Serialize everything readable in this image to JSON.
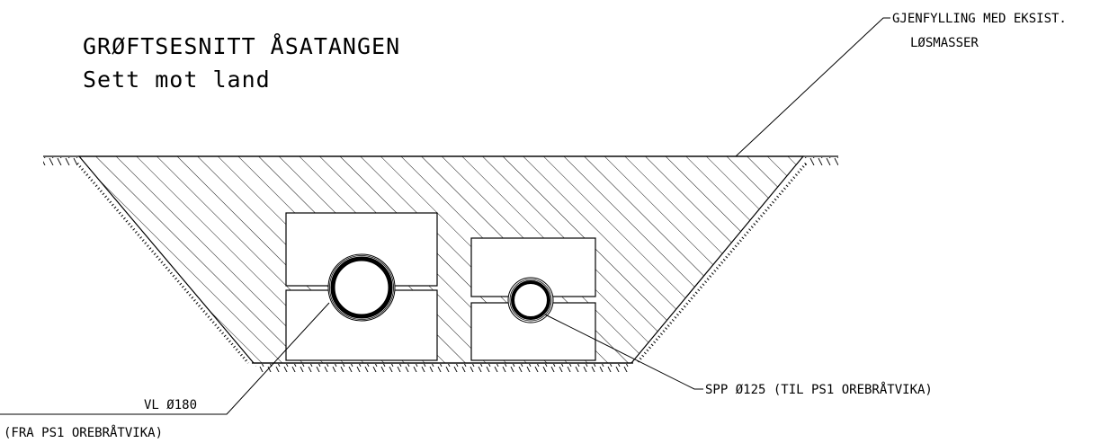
{
  "title": "GRØFTSESNITT ÅSATANGEN",
  "subtitle": "Sett mot land",
  "labels": {
    "backfill_line1": "GJENFYLLING MED EKSIST.",
    "backfill_line2": "LØSMASSER",
    "spp": "SPP Ø125 (TIL PS1 OREBRÅTVIKA)",
    "vl": "VL Ø180",
    "vl_from": "(FRA PS1 OREBRÅTVIKA)"
  },
  "colors": {
    "line": "#000000",
    "background": "#ffffff"
  }
}
